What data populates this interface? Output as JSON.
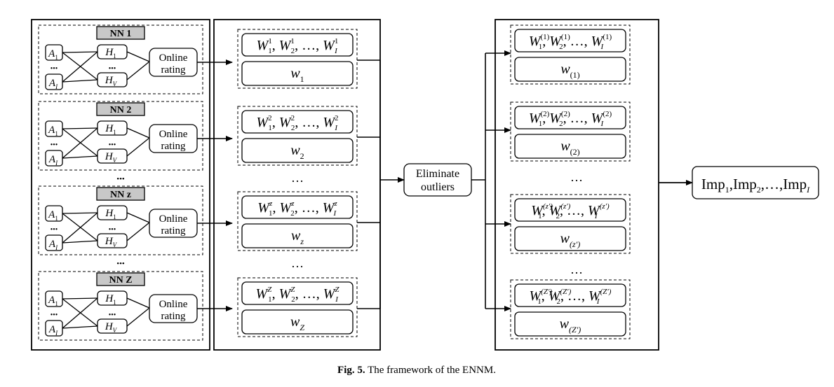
{
  "nn_panels": [
    {
      "label": "NN 1"
    },
    {
      "label": "NN 2"
    },
    {
      "label": "NN z"
    },
    {
      "label": "NN Z"
    }
  ],
  "inputs": {
    "first": "A",
    "first_sub": "1",
    "last": "A",
    "last_sub": "I"
  },
  "hidden": {
    "first": "H",
    "first_sub": "1",
    "last": "H",
    "last_sub": "V"
  },
  "online_rating": {
    "line1": "Online",
    "line2": "rating"
  },
  "weights": [
    {
      "sup": "1",
      "w_sub": "1"
    },
    {
      "sup": "2",
      "w_sub": "2"
    },
    {
      "sup": "z",
      "w_sub": "z"
    },
    {
      "sup": "Z",
      "w_sub": "Z"
    }
  ],
  "sorted_weights": [
    {
      "sup": "(1)",
      "w_sub": "(1)"
    },
    {
      "sup": "(2)",
      "w_sub": "(2)"
    },
    {
      "sup": "(z′)",
      "w_sub": "(z′)"
    },
    {
      "sup": "(Z′)",
      "w_sub": "(Z′)"
    }
  ],
  "symbols": {
    "W": "W",
    "w": "w",
    "dots": "…",
    "vdots": "…",
    "bullets": "•••"
  },
  "eliminate": {
    "line1": "Eliminate",
    "line2": "outliers"
  },
  "output": {
    "imp": "Imp",
    "subs": [
      "1",
      "2",
      "I"
    ],
    "sep": ",",
    "ellipsis": "…"
  },
  "caption": {
    "bold": "Fig. 5.",
    "rest": " The framework of the ENNM."
  }
}
